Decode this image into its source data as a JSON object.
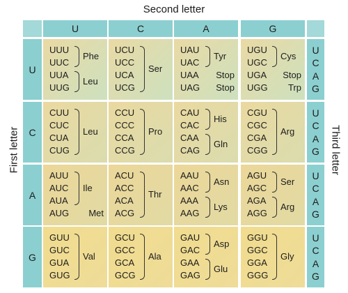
{
  "titles": {
    "second": "Second letter",
    "first": "First letter",
    "third": "Third letter"
  },
  "second_letters": [
    "U",
    "C",
    "A",
    "G"
  ],
  "first_letters": [
    "U",
    "C",
    "A",
    "G"
  ],
  "third_letters": [
    "U",
    "C",
    "A",
    "G"
  ],
  "rows": [
    {
      "cells": [
        {
          "codons": [
            "UUU",
            "UUC",
            "UUA",
            "UUG"
          ],
          "groups": [
            {
              "label": "Phe",
              "start": 0,
              "end": 1
            },
            {
              "label": "Leu",
              "start": 2,
              "end": 3
            }
          ]
        },
        {
          "codons": [
            "UCU",
            "UCC",
            "UCA",
            "UCG"
          ],
          "groups": [
            {
              "label": "Ser",
              "start": 0,
              "end": 3
            }
          ]
        },
        {
          "codons": [
            "UAU",
            "UAC",
            "UAA",
            "UAG"
          ],
          "groups": [
            {
              "label": "Tyr",
              "start": 0,
              "end": 1
            },
            {
              "label": "Stop",
              "start": 2,
              "end": 2,
              "nobrace": true
            },
            {
              "label": "Stop",
              "start": 3,
              "end": 3,
              "nobrace": true
            }
          ]
        },
        {
          "codons": [
            "UGU",
            "UGC",
            "UGA",
            "UGG"
          ],
          "groups": [
            {
              "label": "Cys",
              "start": 0,
              "end": 1
            },
            {
              "label": "Stop",
              "start": 2,
              "end": 2,
              "nobrace": true
            },
            {
              "label": "Trp",
              "start": 3,
              "end": 3,
              "nobrace": true
            }
          ]
        }
      ]
    },
    {
      "cells": [
        {
          "codons": [
            "CUU",
            "CUC",
            "CUA",
            "CUG"
          ],
          "groups": [
            {
              "label": "Leu",
              "start": 0,
              "end": 3
            }
          ]
        },
        {
          "codons": [
            "CCU",
            "CCC",
            "CCA",
            "CCG"
          ],
          "groups": [
            {
              "label": "Pro",
              "start": 0,
              "end": 3
            }
          ]
        },
        {
          "codons": [
            "CAU",
            "CAC",
            "CAA",
            "CAG"
          ],
          "groups": [
            {
              "label": "His",
              "start": 0,
              "end": 1
            },
            {
              "label": "Gln",
              "start": 2,
              "end": 3
            }
          ]
        },
        {
          "codons": [
            "CGU",
            "CGC",
            "CGA",
            "CGG"
          ],
          "groups": [
            {
              "label": "Arg",
              "start": 0,
              "end": 3
            }
          ]
        }
      ]
    },
    {
      "cells": [
        {
          "codons": [
            "AUU",
            "AUC",
            "AUA",
            "AUG"
          ],
          "groups": [
            {
              "label": "Ile",
              "start": 0,
              "end": 2
            },
            {
              "label": "Met",
              "start": 3,
              "end": 3,
              "nobrace": true
            }
          ]
        },
        {
          "codons": [
            "ACU",
            "ACC",
            "ACA",
            "ACG"
          ],
          "groups": [
            {
              "label": "Thr",
              "start": 0,
              "end": 3
            }
          ]
        },
        {
          "codons": [
            "AAU",
            "AAC",
            "AAA",
            "AAG"
          ],
          "groups": [
            {
              "label": "Asn",
              "start": 0,
              "end": 1
            },
            {
              "label": "Lys",
              "start": 2,
              "end": 3
            }
          ]
        },
        {
          "codons": [
            "AGU",
            "AGC",
            "AGA",
            "AGG"
          ],
          "groups": [
            {
              "label": "Ser",
              "start": 0,
              "end": 1
            },
            {
              "label": "Arg",
              "start": 2,
              "end": 3
            }
          ]
        }
      ]
    },
    {
      "cells": [
        {
          "codons": [
            "GUU",
            "GUC",
            "GUA",
            "GUG"
          ],
          "groups": [
            {
              "label": "Val",
              "start": 0,
              "end": 3
            }
          ]
        },
        {
          "codons": [
            "GCU",
            "GCC",
            "GCA",
            "GCG"
          ],
          "groups": [
            {
              "label": "Ala",
              "start": 0,
              "end": 3
            }
          ]
        },
        {
          "codons": [
            "GAU",
            "GAC",
            "GAA",
            "GAG"
          ],
          "groups": [
            {
              "label": "Asp",
              "start": 0,
              "end": 1
            },
            {
              "label": "Glu",
              "start": 2,
              "end": 3
            }
          ]
        },
        {
          "codons": [
            "GGU",
            "GGC",
            "GGA",
            "GGG"
          ],
          "groups": [
            {
              "label": "Gly",
              "start": 0,
              "end": 3
            }
          ]
        }
      ]
    }
  ],
  "colors": {
    "header": "#8ccfd0",
    "cell_light": "#e6da9c",
    "cell_green": "#cde1bf",
    "text": "#1c1c1c"
  }
}
